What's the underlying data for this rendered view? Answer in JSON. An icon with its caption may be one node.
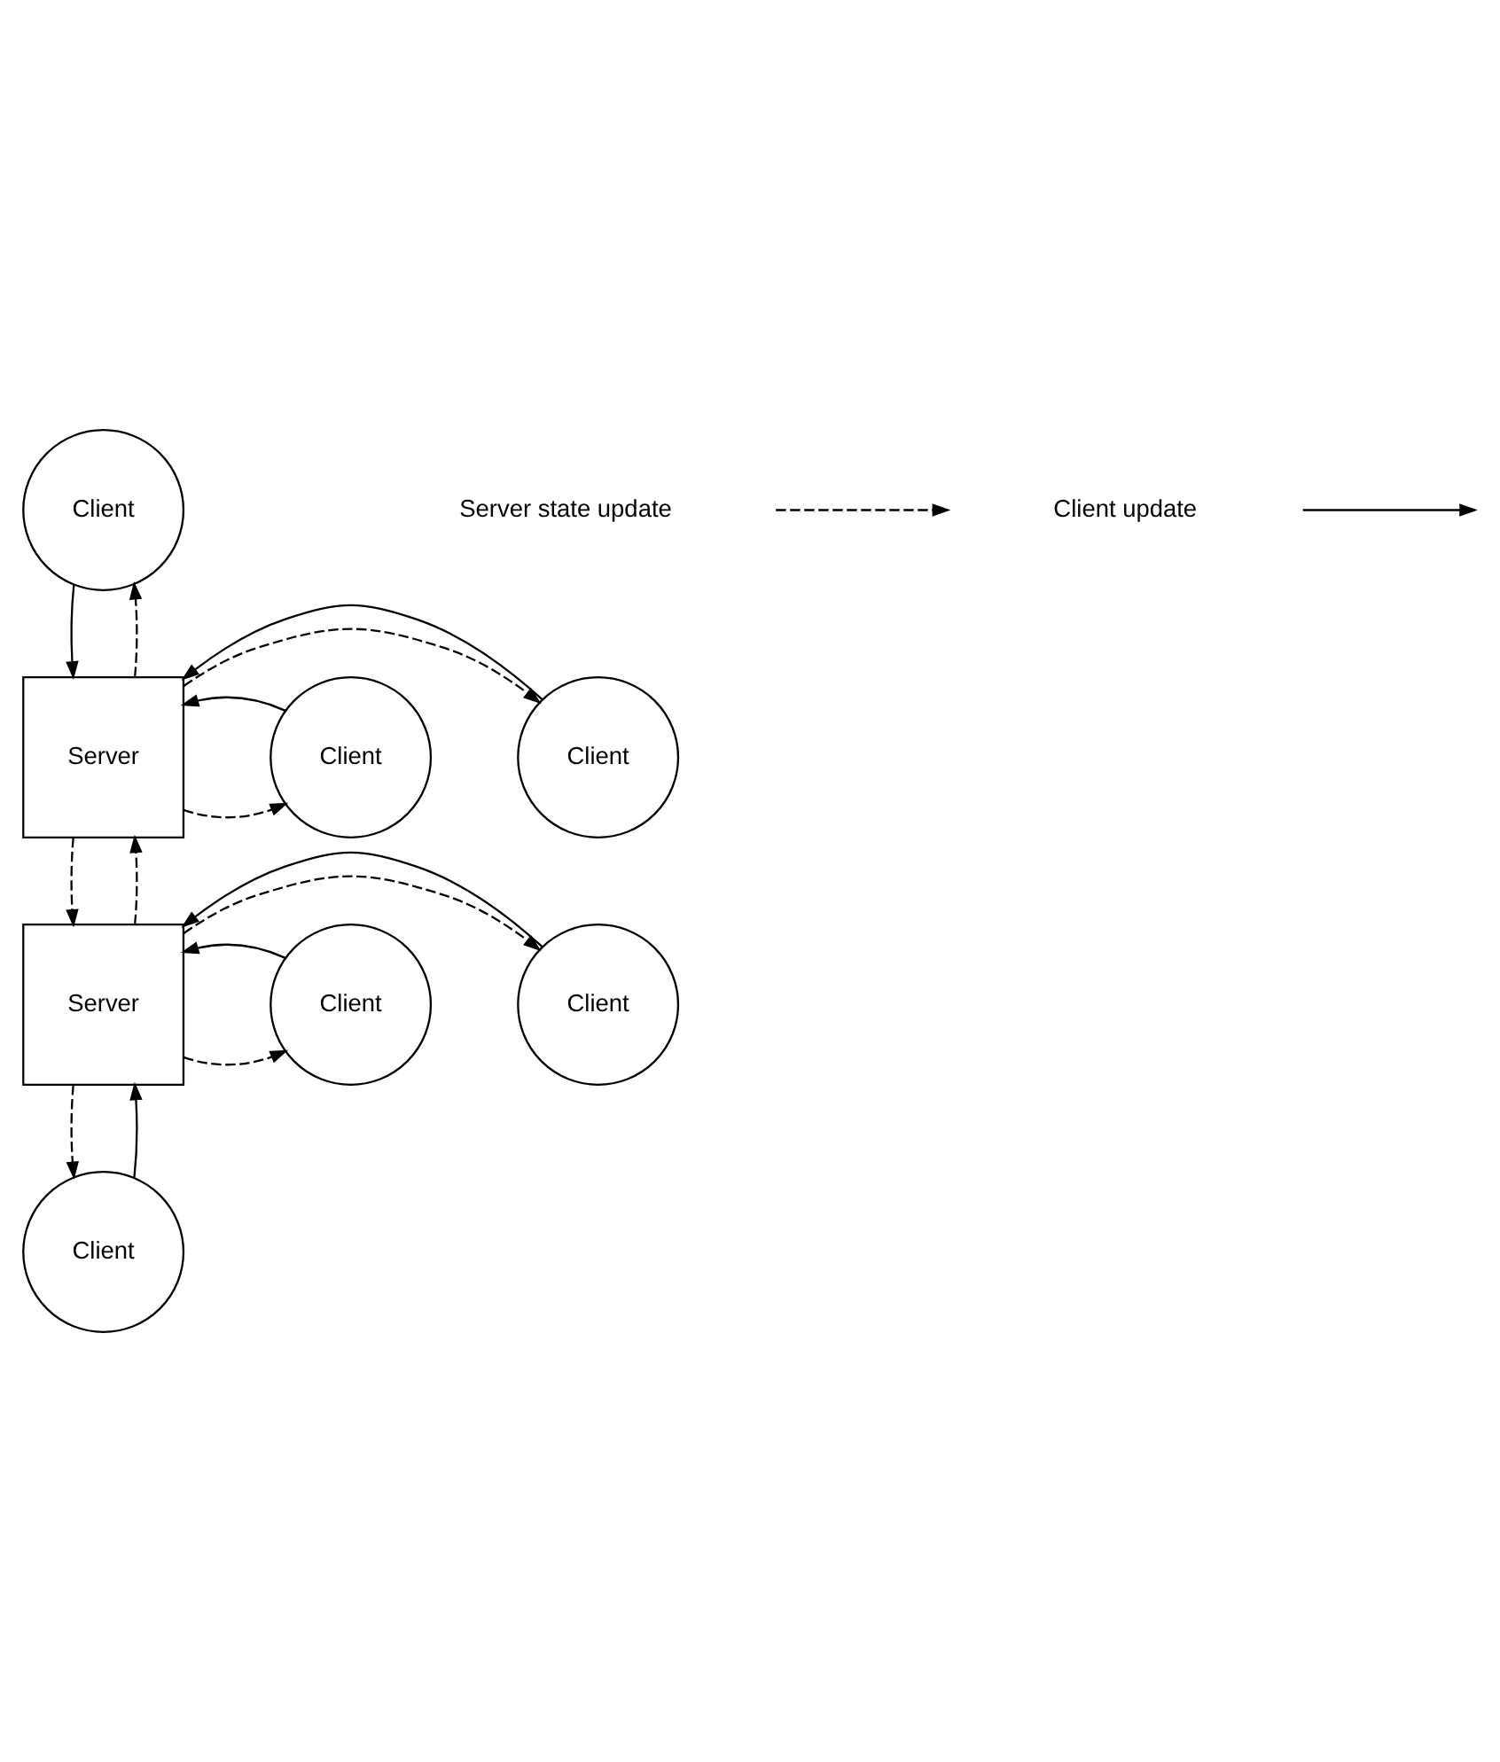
{
  "diagram": {
    "nodes": [
      {
        "text": [
          "Client"
        ]
      },
      {
        "text": [
          "Client"
        ]
      },
      {
        "text": [
          "Server"
        ]
      },
      {
        "text": [
          "Client"
        ]
      },
      {
        "text": [
          "Client"
        ]
      },
      {
        "text": [
          "Server"
        ]
      },
      {
        "text": [
          "Client"
        ]
      },
      {
        "text": [
          "Client"
        ]
      }
    ],
    "edges": [
      {
        "from": 0,
        "to": 2,
        "arrow": "to"
      },
      {
        "from": 2,
        "to": 0,
        "arrow": "to",
        "style": "dashed"
      },
      {
        "from": 2,
        "to": 1,
        "arrow": "to",
        "style": "dashed"
      },
      {
        "from": 1,
        "to": 2,
        "arrow": "to"
      },
      {
        "from": 2,
        "to": 3,
        "arrow": "to",
        "style": "dashed"
      },
      {
        "from": 3,
        "to": 2,
        "arrow": "to"
      },
      {
        "from": 2,
        "to": 5,
        "arrow": "to",
        "style": "dashed"
      },
      {
        "from": 5,
        "to": 2,
        "arrow": "to",
        "style": "dashed"
      },
      {
        "from": 5,
        "to": 4,
        "arrow": "to",
        "style": "dashed"
      },
      {
        "from": 4,
        "to": 5,
        "arrow": "to"
      },
      {
        "from": 5,
        "to": 6,
        "arrow": "to",
        "style": "dashed"
      },
      {
        "from": 6,
        "to": 5,
        "arrow": "to"
      },
      {
        "from": 7,
        "to": 5,
        "arrow": "to"
      },
      {
        "from": 5,
        "to": 7,
        "arrow": "to",
        "style": "dashed"
      }
    ],
    "legend": [
      {
        "text": "Server state update"
      },
      {
        "text": "Client update"
      }
    ]
  }
}
